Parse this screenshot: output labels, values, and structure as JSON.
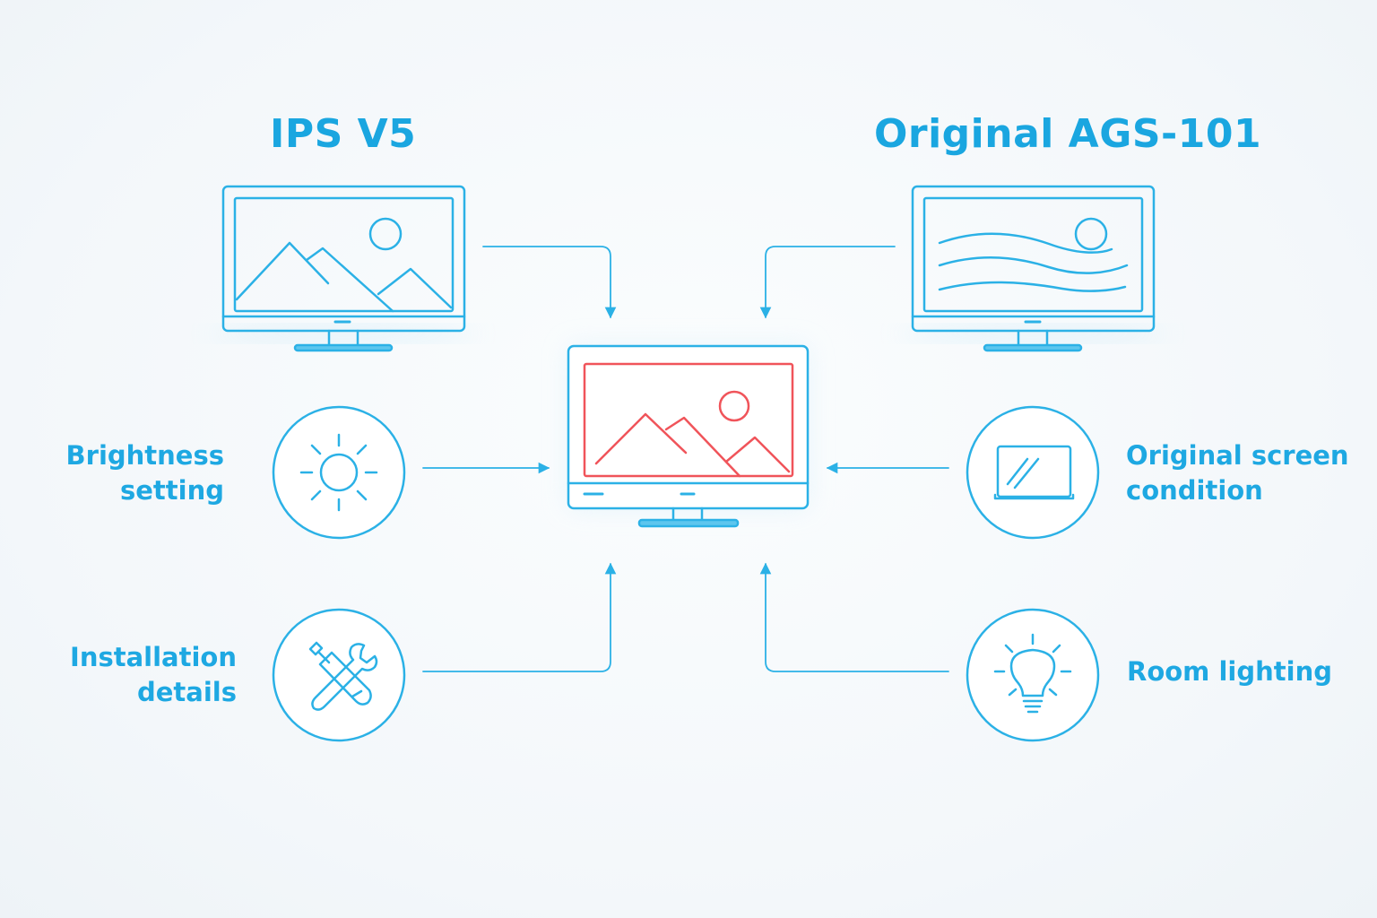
{
  "colors": {
    "accent": "#1aa6e0",
    "line": "#2bb1e6",
    "highlight": "#f0545a",
    "background": "#f4f8fb"
  },
  "headings": {
    "left": "IPS V5",
    "right": "Original AGS-101"
  },
  "factors": {
    "brightness": {
      "line1": "Brightness",
      "line2": "setting",
      "icon": "sun-icon"
    },
    "installation": {
      "line1": "Installation",
      "line2": "details",
      "icon": "wrench-screwdriver-icon"
    },
    "original_screen": {
      "line1": "Original screen",
      "line2": "condition",
      "icon": "screen-panel-icon"
    },
    "room_lighting": {
      "line1": "Room lighting",
      "icon": "lightbulb-icon"
    }
  },
  "monitors": {
    "left": {
      "icon": "monitor-mountains-icon"
    },
    "right": {
      "icon": "monitor-waves-icon"
    },
    "center": {
      "icon": "monitor-mountains-red-icon"
    }
  }
}
